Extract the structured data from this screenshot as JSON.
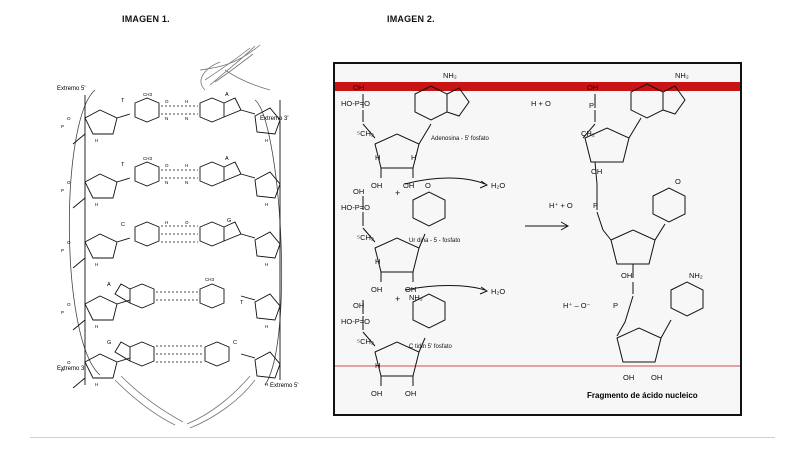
{
  "image1": {
    "heading": "IMAGEN 1.",
    "end_labels": {
      "top_left": "Extremo 5'",
      "top_right": "Extremo 3'",
      "bottom_left": "Extremo 3'",
      "bottom_right": "Extremo 5'"
    },
    "base_pairs": [
      {
        "left": "T",
        "right": "A"
      },
      {
        "left": "T",
        "right": "A"
      },
      {
        "left": "C",
        "right": "G"
      },
      {
        "left": "A",
        "right": "T"
      },
      {
        "left": "G",
        "right": "C"
      }
    ]
  },
  "image2": {
    "heading": "IMAGEN 2.",
    "nucleotides": [
      {
        "name": "Adenosina - 5' fosfato",
        "group": "NH₂"
      },
      {
        "name": "Ur dina - 5 - fosfato",
        "group": "O"
      },
      {
        "name": "C tidin 5' fosfato",
        "group": "NH₂"
      }
    ],
    "phosphate": {
      "oh": "OH",
      "p": "P",
      "o": "O",
      "ho_p": "HO-P=O",
      "carbon": "⁵CH₂"
    },
    "sugar": {
      "h": "H",
      "oh": "OH"
    },
    "reaction": {
      "plus": "+",
      "product": "H₂O"
    },
    "chain": {
      "h_plus_o_top": "H + O",
      "h_plus_o_mid": "H⁺ + O",
      "h_plus_o_bot": "H⁺ – O⁻",
      "ch2": "CH₂"
    },
    "caption": "Fragmento de ácido nucleico"
  },
  "colors": {
    "highlight": "#c81414",
    "line": "#111111"
  }
}
